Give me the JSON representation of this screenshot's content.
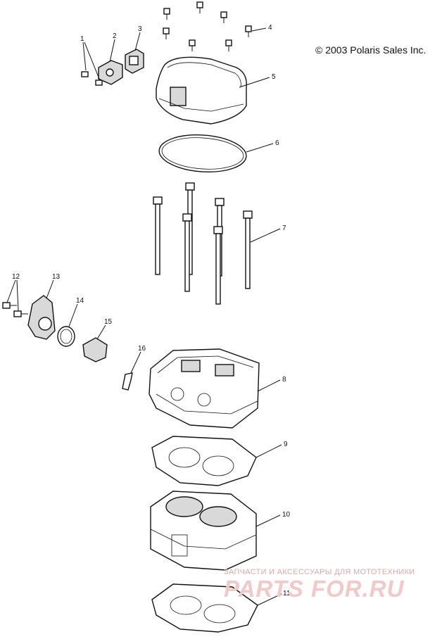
{
  "copyright": "© 2003 Polaris Sales Inc.",
  "watermark": {
    "line1": "ЗАПЧАСТИ И АКСЕССУАРЫ ДЛЯ МОТОТЕХНИКИ",
    "logo": "PARTS FOR.RU",
    "color": "#f2c9c9"
  },
  "callouts": [
    {
      "n": "1"
    },
    {
      "n": "2"
    },
    {
      "n": "3"
    },
    {
      "n": "4"
    },
    {
      "n": "5"
    },
    {
      "n": "6"
    },
    {
      "n": "7"
    },
    {
      "n": "8"
    },
    {
      "n": "9"
    },
    {
      "n": "10"
    },
    {
      "n": "11"
    },
    {
      "n": "12"
    },
    {
      "n": "13"
    },
    {
      "n": "14"
    },
    {
      "n": "15"
    },
    {
      "n": "16"
    }
  ]
}
